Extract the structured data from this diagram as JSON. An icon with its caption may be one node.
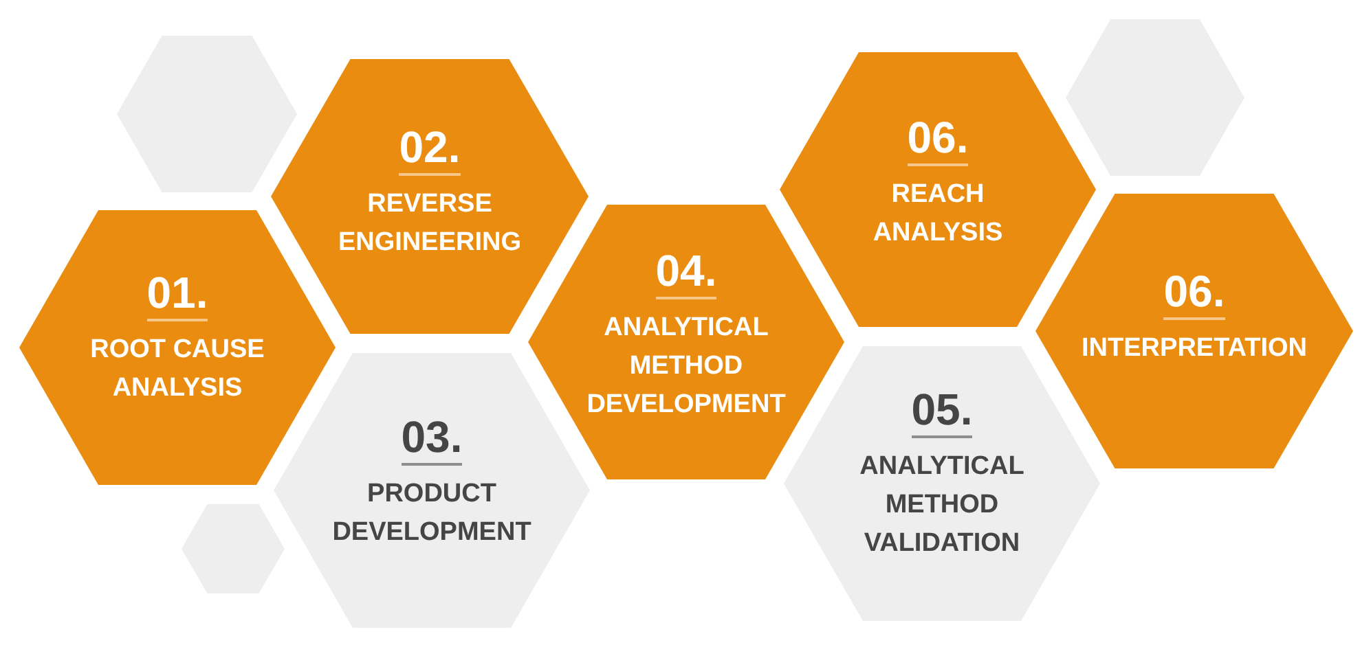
{
  "diagram": {
    "nodes": [
      {
        "text": [],
        "shape": "hexagon"
      },
      {
        "text": [
          "01.",
          "ROOT CAUSE ANALYSIS"
        ]
      },
      {
        "text": [
          "02.",
          "REVERSE ENGINEERING"
        ]
      },
      {
        "text": [
          "03.",
          "PRODUCT DEVELOPMENT"
        ]
      },
      {
        "text": [],
        "shape": "hexagon"
      },
      {
        "text": [
          "04.",
          "ANALYTICAL METHOD DEVELOPMENT"
        ]
      },
      {
        "text": [
          "06.",
          "REACH ANALYSIS"
        ]
      },
      {
        "text": [
          "05.",
          "ANALYTICAL METHOD VALIDATION"
        ]
      },
      {
        "text": [],
        "shape": "hexagon"
      },
      {
        "text": [
          "06.",
          "INTERPRETATION"
        ]
      }
    ]
  }
}
